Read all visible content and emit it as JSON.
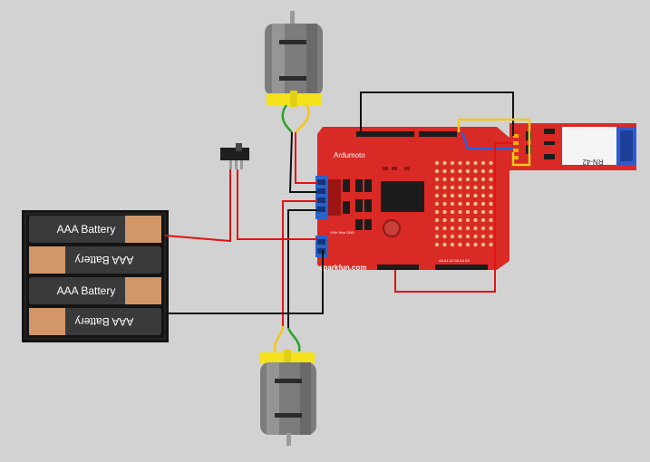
{
  "batteries": [
    {
      "label": "AAA Battery",
      "flipped": false
    },
    {
      "label": "AAA Battery",
      "flipped": true
    },
    {
      "label": "AAA Battery",
      "flipped": false
    },
    {
      "label": "AAA Battery",
      "flipped": true
    }
  ],
  "shield": {
    "title": "Ardumoto",
    "brand": "sparkfun.com",
    "power_label": "VIN+  Mot  GND",
    "bottom_headers": "A0 A1 A2 A3 A4 A5"
  },
  "bluetooth": {
    "label": "RN-42"
  },
  "colors": {
    "background": "#d2d2d2",
    "board_red": "#d92a25",
    "wire_red": "#e01414",
    "wire_black": "#111111",
    "wire_yellow": "#f2c81e",
    "wire_green": "#2aa32a",
    "wire_blue": "#2f5fd8",
    "terminal_blue": "#2a62c8",
    "motor_cap": "#f4e21a"
  },
  "icons": {
    "motor": "dc-motor-icon",
    "switch": "slide-switch-icon",
    "chip": "driver-chip-icon"
  }
}
